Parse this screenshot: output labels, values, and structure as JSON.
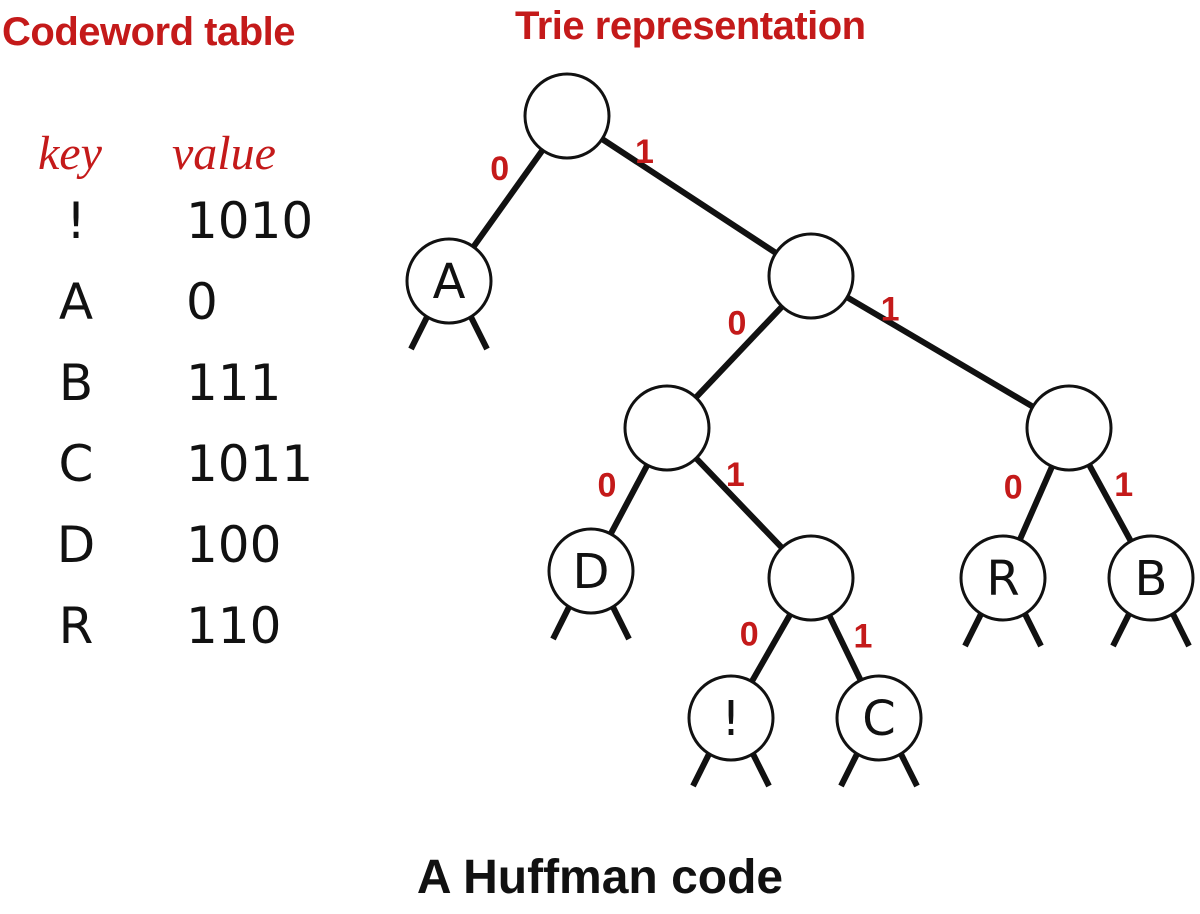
{
  "table_title": "Codeword table",
  "trie_title": "Trie representation",
  "caption": "A Huffman code",
  "columns": {
    "key": "key",
    "value": "value"
  },
  "rows": [
    {
      "key": "!",
      "value": "1010"
    },
    {
      "key": "A",
      "value": "0"
    },
    {
      "key": "B",
      "value": "111"
    },
    {
      "key": "C",
      "value": "1011"
    },
    {
      "key": "D",
      "value": "100"
    },
    {
      "key": "R",
      "value": "110"
    }
  ],
  "trie": {
    "nodes": [
      {
        "id": "root",
        "label": ""
      },
      {
        "id": "A",
        "label": "A"
      },
      {
        "id": "n1",
        "label": ""
      },
      {
        "id": "n10",
        "label": ""
      },
      {
        "id": "n11",
        "label": ""
      },
      {
        "id": "D",
        "label": "D"
      },
      {
        "id": "n101",
        "label": ""
      },
      {
        "id": "R",
        "label": "R"
      },
      {
        "id": "B",
        "label": "B"
      },
      {
        "id": "bang",
        "label": "!"
      },
      {
        "id": "C",
        "label": "C"
      }
    ],
    "edges": [
      {
        "from": "root",
        "to": "A",
        "bit": "0"
      },
      {
        "from": "root",
        "to": "n1",
        "bit": "1"
      },
      {
        "from": "n1",
        "to": "n10",
        "bit": "0"
      },
      {
        "from": "n1",
        "to": "n11",
        "bit": "1"
      },
      {
        "from": "n10",
        "to": "D",
        "bit": "0"
      },
      {
        "from": "n10",
        "to": "n101",
        "bit": "1"
      },
      {
        "from": "n11",
        "to": "R",
        "bit": "0"
      },
      {
        "from": "n11",
        "to": "B",
        "bit": "1"
      },
      {
        "from": "n101",
        "to": "bang",
        "bit": "0"
      },
      {
        "from": "n101",
        "to": "C",
        "bit": "1"
      }
    ]
  },
  "colors": {
    "accent": "#c41a1a",
    "ink": "#111111"
  }
}
